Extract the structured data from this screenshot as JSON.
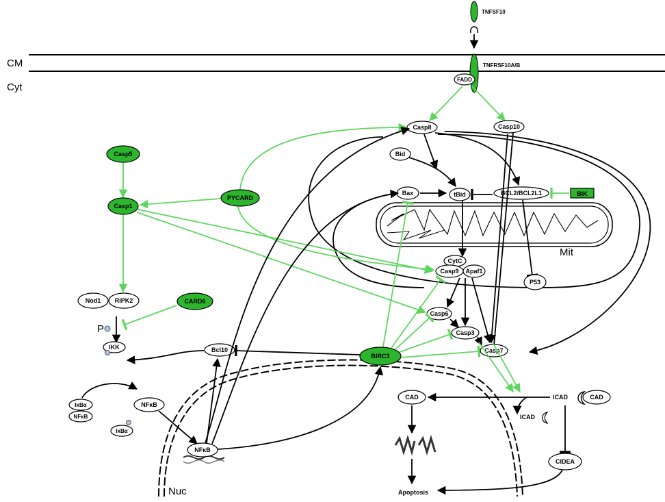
{
  "compartments": {
    "cm": "CM",
    "cyt": "Cyt",
    "mit": "Mit",
    "nuc": "Nuc"
  },
  "nodes": {
    "tnfsf10": "TNFSF10",
    "tnfrsf10": "TNFRSF10A/B",
    "fadd": "FADD",
    "casp8": "Casp8",
    "casp10": "Casp10",
    "casp5": "Casp5",
    "casp1": "Casp1",
    "pycard": "PYCARD",
    "bid": "Bid",
    "bax": "Bax",
    "tbid": "tBid",
    "bcl2": "BCL2/BCL2L1",
    "bik": "BIK",
    "cytc": "CytC",
    "casp9": "Casp9",
    "apaf1": "Apaf1",
    "p53": "P53",
    "nod1": "Nod1",
    "ripk2": "RIPK2",
    "card6": "CARD6",
    "p": "P",
    "ikk": "IKK",
    "bcl10": "Bcl10",
    "birc3": "BIRC3",
    "casp6": "Casp6",
    "casp3": "Casp3",
    "casp7": "Casp7",
    "ikba1": "IκBα",
    "nfkb1": "NFκB",
    "nfkb2": "NFκB",
    "ikba2": "IκBα",
    "nfkb3": "NFκB",
    "cad1": "CAD",
    "icad1": "ICAD",
    "cad2": "CAD",
    "icad2": "ICAD",
    "cidea": "CIDEA",
    "apoptosis": "Apoptosis"
  },
  "colors": {
    "activation_green": "#5ed65e",
    "node_green": "#2db52d",
    "black": "#000000"
  }
}
